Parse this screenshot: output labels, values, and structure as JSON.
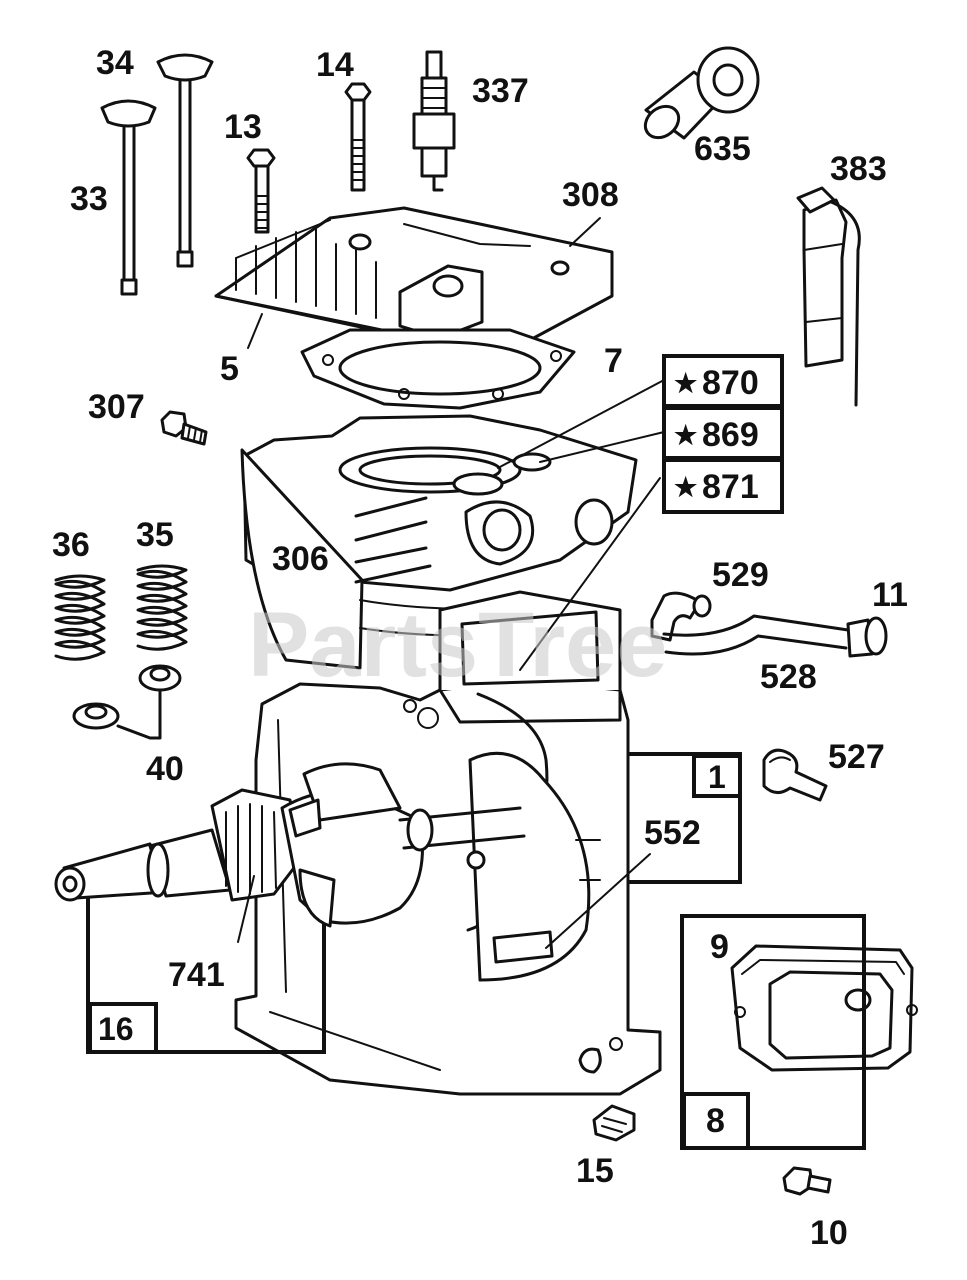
{
  "watermark": "PartsTree",
  "callouts": {
    "p34": "34",
    "p14": "14",
    "p337": "337",
    "p13": "13",
    "p635": "635",
    "p33": "33",
    "p308": "308",
    "p383": "383",
    "p5": "5",
    "p7": "7",
    "p307": "307",
    "p870": "870",
    "p869": "869",
    "p871": "871",
    "p36": "36",
    "p35": "35",
    "p306": "306",
    "p529": "529",
    "p11": "11",
    "p528": "528",
    "p40": "40",
    "p527": "527",
    "p1": "1",
    "p552": "552",
    "p9": "9",
    "p741": "741",
    "p16": "16",
    "p8": "8",
    "p15": "15",
    "p10": "10"
  },
  "star_symbol": "★",
  "starred_parts": [
    "870",
    "869",
    "871"
  ],
  "boxed_parts": [
    "1",
    "16",
    "8",
    "870",
    "869",
    "871"
  ]
}
